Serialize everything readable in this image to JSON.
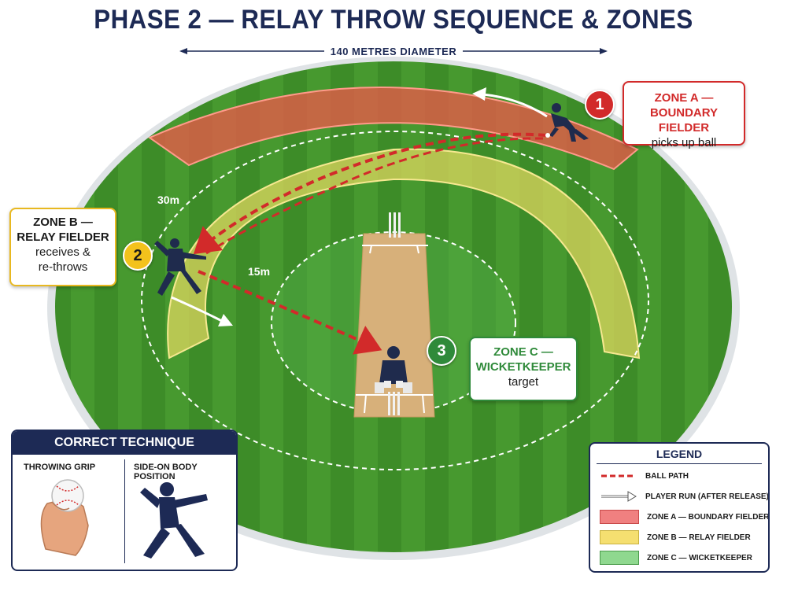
{
  "title": "PHASE 2 — RELAY THROW SEQUENCE & ZONES",
  "diameter_label": "140 METRES DIAMETER",
  "distances": {
    "outer": "30m",
    "inner": "15m"
  },
  "zone_a": {
    "number": "1",
    "heading": "ZONE A —",
    "heading2": "BOUNDARY FIELDER",
    "sub": "picks up ball"
  },
  "zone_b": {
    "number": "2",
    "heading": "ZONE B —",
    "heading2": "RELAY FIELDER",
    "sub": "receives &",
    "sub2": "re-throws"
  },
  "zone_c": {
    "number": "3",
    "heading": "ZONE C —",
    "heading2": "WICKETKEEPER",
    "sub": "target"
  },
  "technique": {
    "heading": "CORRECT TECHNIQUE",
    "left_label": "THROWING GRIP",
    "right_label": "SIDE-ON BODY POSITION"
  },
  "legend": {
    "heading": "LEGEND",
    "items": [
      {
        "label": "BALL PATH",
        "kind": "dash",
        "color": "#d22a2a"
      },
      {
        "label": "PLAYER RUN (AFTER RELEASE)",
        "kind": "arrow",
        "color": "#ffffff"
      },
      {
        "label": "ZONE A — BOUNDARY FIELDER",
        "kind": "swatch",
        "color": "#f08080"
      },
      {
        "label": "ZONE B — RELAY FIELDER",
        "kind": "swatch",
        "color": "#f5df70"
      },
      {
        "label": "ZONE C — WICKETKEEPER",
        "kind": "swatch",
        "color": "#8fd88f"
      }
    ]
  },
  "colors": {
    "navy": "#1d2a55",
    "zone_a": "#d22a2a",
    "zone_b": "#f3c21c",
    "zone_c": "#2f8a3a",
    "grass": "#3f8f2a",
    "pitch": "#d7b07a"
  }
}
